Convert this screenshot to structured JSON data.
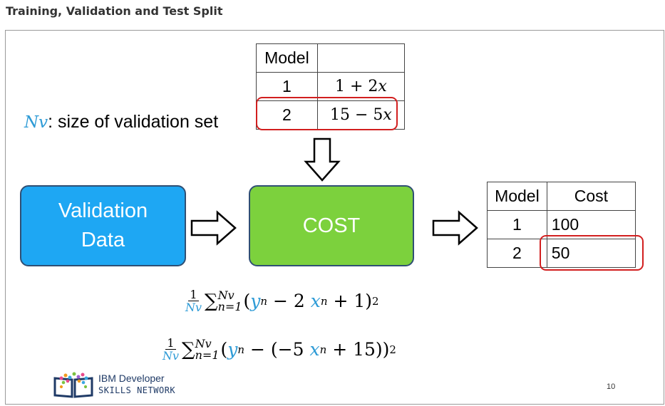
{
  "page": {
    "title": "Training, Validation and Test Split"
  },
  "slide": {
    "models_table": {
      "header": [
        "Model",
        ""
      ],
      "rows": [
        {
          "model": "1",
          "expr_a": "1 + 2",
          "expr_var": "x"
        },
        {
          "model": "2",
          "expr_a": "15 − 5",
          "expr_var": "x"
        }
      ]
    },
    "nv": {
      "symbol": "Nv",
      "text": ": size of validation set"
    },
    "boxes": {
      "validation_line1": "Validation",
      "validation_line2": "Data",
      "cost": "COST"
    },
    "cost_table": {
      "header": [
        "Model",
        "Cost"
      ],
      "rows": [
        {
          "model": "1",
          "cost": "100"
        },
        {
          "model": "2",
          "cost": "50"
        }
      ]
    },
    "formula1": {
      "num": "1",
      "den": "Nv",
      "sum": "∑",
      "upper": "Nv",
      "lower": "n=1",
      "open": "(",
      "y": "y",
      "ysub": "n",
      "mid": " − 2 ",
      "x": "x",
      "xsub": "n",
      "tail": " + 1)",
      "pow": "2"
    },
    "formula2": {
      "num": "1",
      "den": "Nv",
      "sum": "∑",
      "upper": "Nv",
      "lower": "n=1",
      "open": "(",
      "y": "y",
      "ysub": "n",
      "mid": " − (−5 ",
      "x": "x",
      "xsub": "n",
      "tail": " + 15))",
      "pow": "2"
    },
    "logo": {
      "line1": "IBM Developer",
      "line2": "SKILLS NETWORK"
    },
    "page_number": "10"
  },
  "colors": {
    "validation_box": "#1ea7f3",
    "cost_box": "#7cd13d",
    "highlight": "#d21f1f",
    "math_blue": "#2e9bd6"
  }
}
